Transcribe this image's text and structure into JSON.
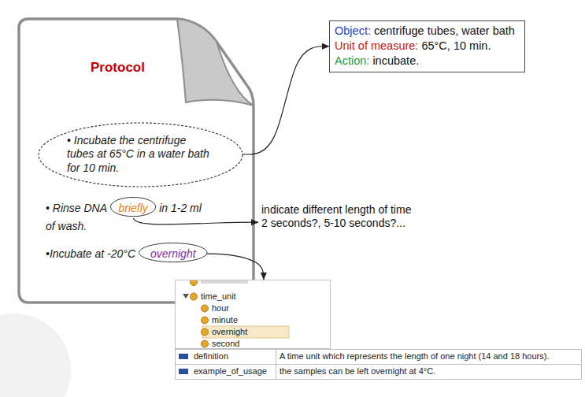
{
  "diagram": {
    "nodes": [
      {
        "text": [
          "Protocol",
          "• Rinse DNA",
          "in 1-2 ml of wash.",
          "•Incubate at -20°C"
        ]
      },
      {
        "text": [
          "• Incubate the centrifuge tubes at 65°C in a water bath for 10 min."
        ],
        "in": 0
      },
      {
        "text": [
          "briefly"
        ],
        "in": 0
      },
      {
        "text": [
          "overnight"
        ],
        "in": 0
      },
      {
        "text": [
          "Object:",
          "centrifuge tubes, water bath",
          "Unit of measure:",
          "65°C, 10 min.",
          "Action:",
          "incubate."
        ]
      },
      {
        "text": [
          "time_unit",
          "hour",
          "minute",
          "overnight",
          "second"
        ]
      },
      {
        "text": [
          "definition",
          "A time unit which represents the length of one night (14 and 18 hours).",
          "example_of_usage",
          "the samples can be left overnight at 4°C."
        ]
      }
    ],
    "edges": [
      {
        "from": 1,
        "to": 4,
        "arrow": "to"
      },
      {
        "from": 3,
        "to": 5,
        "arrow": "to"
      }
    ],
    "labels": [
      "indicate different length of time 2 seconds?, 5-10 seconds?..."
    ]
  }
}
